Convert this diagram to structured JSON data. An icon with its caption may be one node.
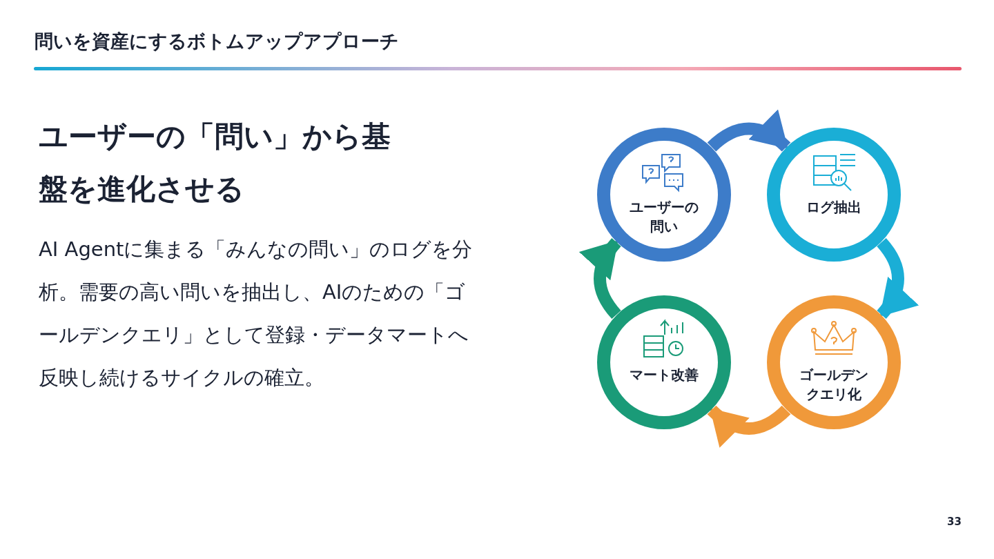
{
  "diagram": {
    "title": "問いを資産にするボトムアップアプローチ",
    "nodes": [
      {
        "text": [
          "ユーザーの問い"
        ]
      },
      {
        "text": [
          "ログ抽出"
        ]
      },
      {
        "text": [
          "ゴールデンクエリ化"
        ]
      },
      {
        "text": [
          "マート改善"
        ]
      }
    ],
    "edges": [
      {
        "from": 0,
        "to": 1,
        "arrow": "to",
        "color": "#3d7cc9"
      },
      {
        "from": 1,
        "to": 2,
        "arrow": "to",
        "color": "#1aaed6"
      },
      {
        "from": 2,
        "to": 3,
        "arrow": "to",
        "color": "#f0993a"
      },
      {
        "from": 3,
        "to": 0,
        "arrow": "to",
        "color": "#1a9b78"
      }
    ],
    "labels": [
      "ユーザーの「問い」から基盤を進化させる",
      "AI Agentに集まる「みんなの問い」のログを分析。需要の高い問いを抽出し、AIのための「ゴールデンクエリ」として登録・データマートへ反映し続けるサイクルの確立。",
      "33"
    ]
  }
}
